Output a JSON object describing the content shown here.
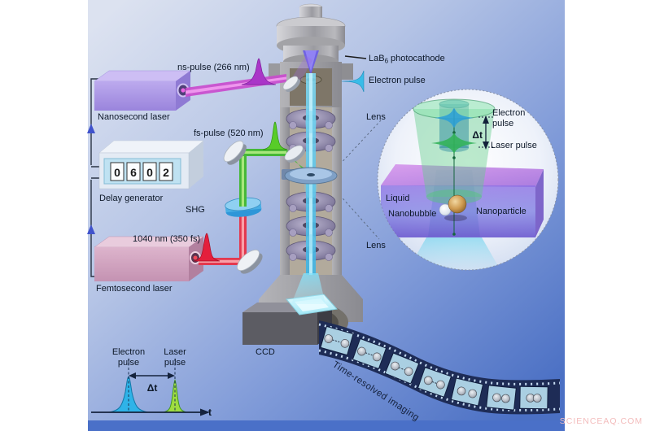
{
  "figure": {
    "watermark": "SCIENCEAQ.COM"
  },
  "column": {
    "photocathode": {
      "prefix": "LaB",
      "sub": "6",
      "suffix": "photocathode"
    },
    "electron_pulse_label": "Electron pulse",
    "lens_upper_label": "Lens",
    "lens_lower_label": "Lens",
    "ccd_label": "CCD"
  },
  "beams": {
    "ns_pulse_label": "ns-pulse (266 nm)",
    "fs_pulse_label": "fs-pulse (520 nm)",
    "shg_label": "SHG",
    "pump_label": "1040 nm (350 fs)"
  },
  "devices": {
    "nanosecond_laser_label": "Nanosecond laser",
    "femtosecond_laser_label": "Femtosecond laser",
    "delay_generator_label": "Delay generator",
    "delay_digits": [
      "0",
      "6",
      "0",
      "2"
    ]
  },
  "inset": {
    "electron_pulse_line1": "Electron",
    "electron_pulse_line2": "pulse",
    "delta_t": "Δt",
    "laser_pulse": "Laser pulse",
    "liquid": "Liquid",
    "nanobubble": "Nanobubble",
    "nanoparticle": "Nanoparticle"
  },
  "film": {
    "label": "Time-resolved imaging",
    "frame_count": 7
  },
  "graph": {
    "electron_line1": "Electron",
    "electron_line2": "pulse",
    "laser_line1": "Laser",
    "laser_line2": "pulse",
    "delta_t": "Δt",
    "axis": "t"
  },
  "colors": {
    "background_top": "#dce2f0",
    "background_bottom": "#4b70c4",
    "electron_beam": "#3db4e4",
    "uv_pulse": "#aa35c8",
    "green_pulse": "#58cc28",
    "ir_pulse": "#e41f3c",
    "film_band": "#1e2c56",
    "inset_cone_green": "#57c878",
    "liquid_cell_purple": "#8a6edc",
    "watermark": "#f3bcbc"
  }
}
